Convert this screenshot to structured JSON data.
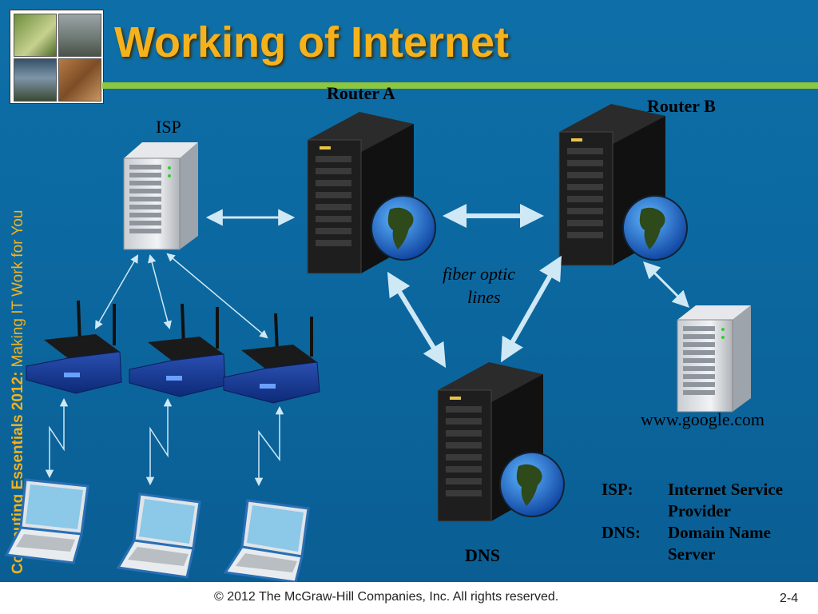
{
  "slide": {
    "title": "Working of Internet",
    "sidebar_text_prefix": "Computing Essentials 2012: ",
    "sidebar_text_suffix": "Making IT Work for You",
    "footer_copyright": "© 2012 The McGraw-Hill Companies, Inc. All rights reserved.",
    "page_number": "2-4"
  },
  "diagram": {
    "labels": {
      "isp": "ISP",
      "router_a": "Router A",
      "router_b": "Router B",
      "dns": "DNS",
      "fiber_line1": "fiber optic",
      "fiber_line2": "lines",
      "google": "www.google.com"
    },
    "legend": {
      "isp_key": "ISP:",
      "isp_value_line1": "Internet Service",
      "isp_value_line2": "Provider",
      "dns_key": "DNS:",
      "dns_value_line1": "Domain Name",
      "dns_value_line2": "Server"
    }
  },
  "colors": {
    "title": "#f5b21c",
    "accent_rule": "#8dc63f",
    "background": "#0f6fa6",
    "arrow": "#cfe8f5"
  },
  "icons": {
    "thumbnails": "photo-collage-icon",
    "isp_server": "tower-server-icon",
    "router": "rack-server-globe-icon",
    "wireless_router": "wireless-router-icon",
    "laptop": "laptop-icon",
    "web_server": "tower-server-icon"
  }
}
